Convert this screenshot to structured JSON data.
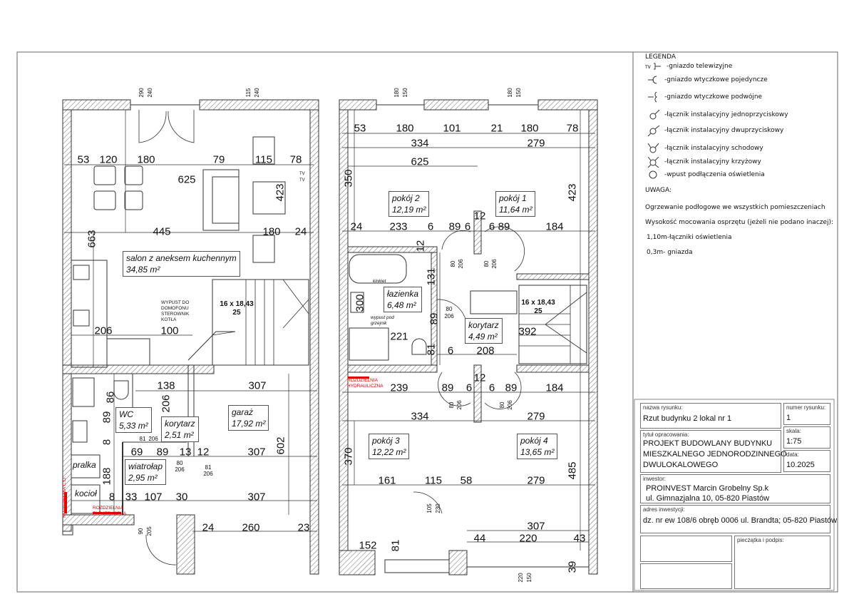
{
  "legend": {
    "title": "LEGENDA",
    "items": [
      {
        "icon": "tv-socket-icon",
        "symbol": "TV",
        "label": "-gniazdo telewizyjne"
      },
      {
        "icon": "single-socket-icon",
        "label": "-gniazdo wtyczkowe pojedyncze"
      },
      {
        "icon": "double-socket-icon",
        "label": "-gniazdo wtyczkowe podwójne"
      },
      {
        "icon": "single-switch-icon",
        "label": "-łącznik instalacyjny jednoprzyciskowy"
      },
      {
        "icon": "double-switch-icon",
        "label": "-łącznik instalacyjny dwuprzyciskowy"
      },
      {
        "icon": "stair-switch-icon",
        "label": "-łącznik instalacyjny schodowy"
      },
      {
        "icon": "cross-switch-icon",
        "label": "-łącznik instalacyjny krzyżowy"
      },
      {
        "icon": "light-outlet-icon",
        "label": "-wpust podłączenia oświetlenia"
      }
    ],
    "note_title": "UWAGA:",
    "notes": [
      "Ogrzewanie podłogowe we wszystkich pomieszczeniach",
      "Wysokość mocowania osprzętu (jeżeli nie podano inaczej):",
      "1,10m-łączniki oświetlenia",
      "0,3m- gniazda"
    ]
  },
  "title_block": {
    "drawing_name_caption": "nazwa rysunku:",
    "drawing_name": "Rzut budynku 2 lokal nr 1",
    "drawing_number_caption": "numer rysunku:",
    "drawing_number": "1",
    "title_caption": "tytuł opracowania:",
    "title_lines": [
      "PROJEKT BUDOWLANY BUDYNKU",
      "MIESZKALNEGO JEDNORODZINNEGO",
      "DWULOKALOWEGO"
    ],
    "scale_caption": "skala:",
    "scale": "1:75",
    "date_caption": "data:",
    "date": "10.2025",
    "investor_caption": "inwestor:",
    "investor_lines": [
      "PROINVEST Marcin Grobelny Sp.k",
      "ul. Gimnazjalna 10, 05-820 Piastów"
    ],
    "address_caption": "adres inwestycji:",
    "address": "dz. nr ew 108/6 obręb 0006 ul. Brandta; 05-820 Piastów",
    "stamp_caption": "pieczątka i podpis:"
  },
  "ground_floor": {
    "rooms": [
      {
        "name": "salon z aneksem kuchennym",
        "area": "34,85 m²"
      },
      {
        "name": "WC",
        "area": "5,33 m²"
      },
      {
        "name": "korytarz",
        "area": "2,51 m²"
      },
      {
        "name": "garaż",
        "area": "17,92 m²"
      },
      {
        "name": "wiatrołap",
        "area": "2,95 m²"
      }
    ],
    "labels": {
      "pralka": "pralka",
      "kociol": "kocioł",
      "tv1": "TV",
      "tv2": "TV"
    },
    "stairs": {
      "line1": "16 x 18,43",
      "line2": "25"
    },
    "notes": {
      "intercom": [
        "WYPUST DO",
        "DOMOFONU",
        "STEROWNIK",
        "KOTŁA"
      ]
    },
    "red_labels": {
      "electrical": [
        "ROZDZIELNIA",
        "ELEKTRYCZNA"
      ],
      "heating": "ROZDZIELNIA C.O."
    },
    "dims": [
      "290",
      "240",
      "115",
      "240",
      "53",
      "120",
      "180",
      "79",
      "115",
      "78",
      "625",
      "423",
      "663",
      "445",
      "180",
      "24",
      "206",
      "100",
      "138",
      "307",
      "206",
      "86",
      "89",
      "8",
      "188",
      "69",
      "89",
      "13",
      "12",
      "307",
      "602",
      "8",
      "33",
      "107",
      "30",
      "307",
      "24",
      "260",
      "23",
      "81",
      "206",
      "80",
      "206",
      "81",
      "206",
      "90",
      "205"
    ]
  },
  "first_floor": {
    "rooms": [
      {
        "name": "pokój 2",
        "area": "12,19 m²"
      },
      {
        "name": "pokój 1",
        "area": "11,64 m²"
      },
      {
        "name": "łazienka",
        "area": "6,48 m²"
      },
      {
        "name": "korytarz",
        "area": "4,49 m²"
      },
      {
        "name": "pokój 3",
        "area": "12,22 m²"
      },
      {
        "name": "pokój 4",
        "area": "13,65 m²"
      }
    ],
    "stairs": {
      "line1": "16 x 18,43",
      "line2": "25"
    },
    "notes": {
      "kinkiet": "kinkiet",
      "radiator": [
        "wypust pod",
        "grzejnik"
      ]
    },
    "red_labels": {
      "hydraulic": [
        "ROZDZIELNIA",
        "HYDRAULICZNA"
      ]
    },
    "dims": [
      "180",
      "150",
      "180",
      "150",
      "53",
      "180",
      "101",
      "21",
      "180",
      "78",
      "334",
      "279",
      "625",
      "350",
      "423",
      "12",
      "24",
      "233",
      "6",
      "89",
      "6",
      "6",
      "89",
      "184",
      "12",
      "131",
      "300",
      "89",
      "392",
      "221",
      "81",
      "6",
      "208",
      "12",
      "239",
      "89",
      "6",
      "6",
      "89",
      "184",
      "334",
      "279",
      "370",
      "485",
      "161",
      "115",
      "58",
      "279",
      "105",
      "230",
      "307",
      "44",
      "220",
      "43",
      "152",
      "81",
      "220",
      "150",
      "39",
      "80",
      "206",
      "80",
      "206",
      "80",
      "206",
      "80",
      "206",
      "80",
      "206"
    ]
  }
}
